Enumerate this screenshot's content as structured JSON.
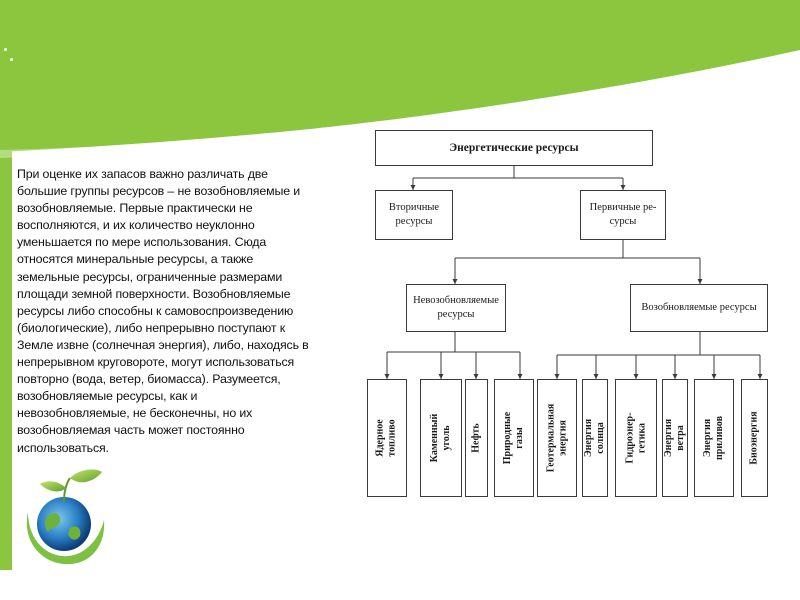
{
  "slide": {
    "text_lines": [
      "При оценке их запасов важно различать две",
      "большие группы ресурсов – не возобновляемые и",
      "возобновляемые. Первые практически не",
      "восполняются, и их количество неуклонно",
      "уменьшается по мере использования. Сюда",
      "относятся минеральные ресурсы, а также",
      "земельные ресурсы, ограниченные размерами",
      "площади земной поверхности. Возобновляемые",
      "ресурсы либо способны к самовоспроизведению",
      "(биологические), либо непрерывно поступают к",
      "Земле извне (солнечная энергия), либо, находясь в",
      "непрерывном круговороте, могут использоваться",
      "повторно (вода, ветер, биомасса). Разумеется,",
      "возобновляемые ресурсы, как и",
      "невозобновляемые, не бесконечны, но их",
      "возобновляемая часть может постоянно",
      "использоваться."
    ]
  },
  "diagram": {
    "root": "Энергетические ресурсы",
    "secondary": "Вторичные\nресурсы",
    "primary": "Первичные ре-\nсурсы",
    "nonrenewable": "Невозобновляемые\nресурсы",
    "renewable": "Возобновляемые ресурсы",
    "nonrenewable_items": [
      "Ядерное\nтопливо",
      "Каменный\nуголь",
      "Нефть",
      "Природные\nгазы"
    ],
    "renewable_items": [
      "Геотермальная\nэнергия",
      "Энергия солнца",
      "Гидроэнер-\nгетика",
      "Энергия ветра",
      "Энергия\nприливов",
      "Биоэнергия"
    ]
  },
  "colors": {
    "header_green": "#8cc63f",
    "panel_green": "#8cc63f",
    "text": "#111111",
    "box_border": "#3a3a3a"
  },
  "icons": {
    "logo": "globe-with-sprout-icon"
  }
}
